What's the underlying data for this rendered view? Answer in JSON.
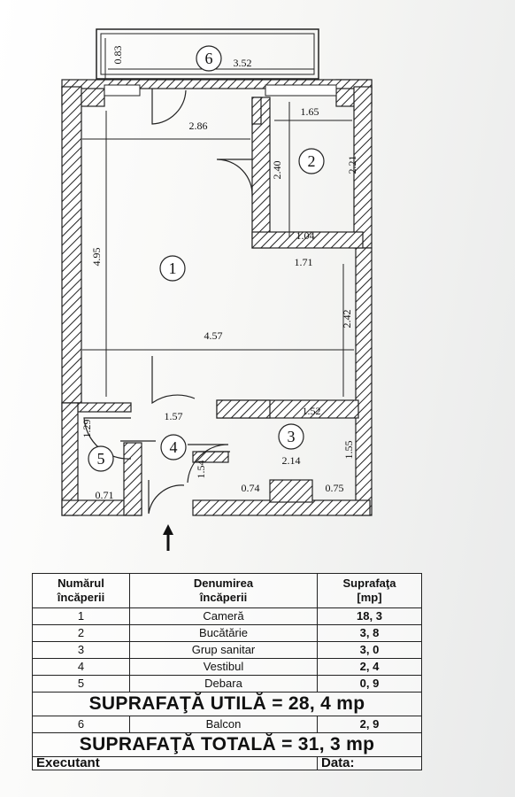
{
  "plan": {
    "rooms": [
      {
        "number": "1"
      },
      {
        "number": "2"
      },
      {
        "number": "3"
      },
      {
        "number": "4"
      },
      {
        "number": "5"
      },
      {
        "number": "6"
      }
    ],
    "dimensions": {
      "balcony_depth": "0.83",
      "balcony_width": "3.52",
      "room1_top_width": "2.86",
      "room1_height": "4.95",
      "room1_width": "4.57",
      "room1_right_height": "2.42",
      "kitchen_top": "1.65",
      "kitchen_left": "2.40",
      "kitchen_right": "2.21",
      "kitchen_bottom": "1.04",
      "room1_mid_width": "1.71",
      "hall_width": "1.57",
      "bath_top": "1.52",
      "bath_width": "2.14",
      "bath_height": "1.55",
      "storage_height": "1.29",
      "storage_bottom": "0.71",
      "hall_height": "1.54",
      "bath_bottom_left": "0.74",
      "bath_bottom_right": "0.75"
    },
    "entrance_arrow": "arrow-up-icon"
  },
  "table": {
    "headers": {
      "number": "Numărul\nîncăperii",
      "name": "Denumirea\nîncăperii",
      "area": "Suprafaţa\n[mp]"
    },
    "rows": [
      {
        "number": "1",
        "name": "Cameră",
        "area": "18, 3"
      },
      {
        "number": "2",
        "name": "Bucătărie",
        "area": "3, 8"
      },
      {
        "number": "3",
        "name": "Grup sanitar",
        "area": "3, 0"
      },
      {
        "number": "4",
        "name": "Vestibul",
        "area": "2, 4"
      },
      {
        "number": "5",
        "name": "Debara",
        "area": "0, 9"
      }
    ],
    "useful_total": "SUPRAFAŢĂ  UTILĂ = 28, 4 mp",
    "balcony_row": {
      "number": "6",
      "name": "Balcon",
      "area": "2, 9"
    },
    "grand_total": "SUPRAFAŢĂ  TOTALĂ = 31, 3 mp",
    "footer": {
      "executant": "Executant",
      "date": "Data:"
    }
  }
}
